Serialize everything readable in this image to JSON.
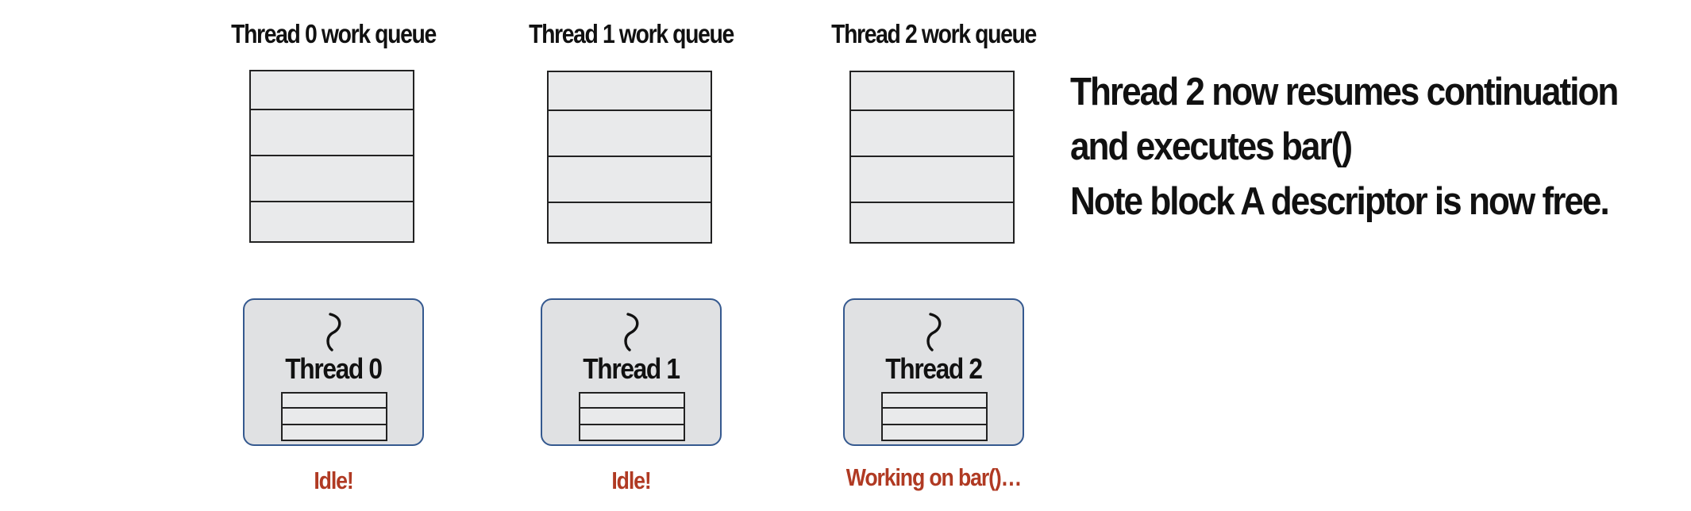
{
  "columns": [
    {
      "queue_title": "Thread 0 work queue",
      "thread_label": "Thread 0",
      "status": "Idle!"
    },
    {
      "queue_title": "Thread 1 work queue",
      "thread_label": "Thread 1",
      "status": "Idle!"
    },
    {
      "queue_title": "Thread 2 work queue",
      "thread_label": "Thread 2",
      "status": "Working on bar()…"
    }
  ],
  "note": {
    "line1": "Thread 2 now resumes continuation",
    "line2": "and executes bar()",
    "line3": "Note block A descriptor is now free."
  },
  "colors": {
    "status_text": "#b03a23",
    "thread_box_border": "#35598f",
    "thread_box_fill": "#e0e1e3",
    "queue_fill": "#e9eaeb"
  },
  "icons": {
    "thread": "thread-squiggle-icon"
  }
}
